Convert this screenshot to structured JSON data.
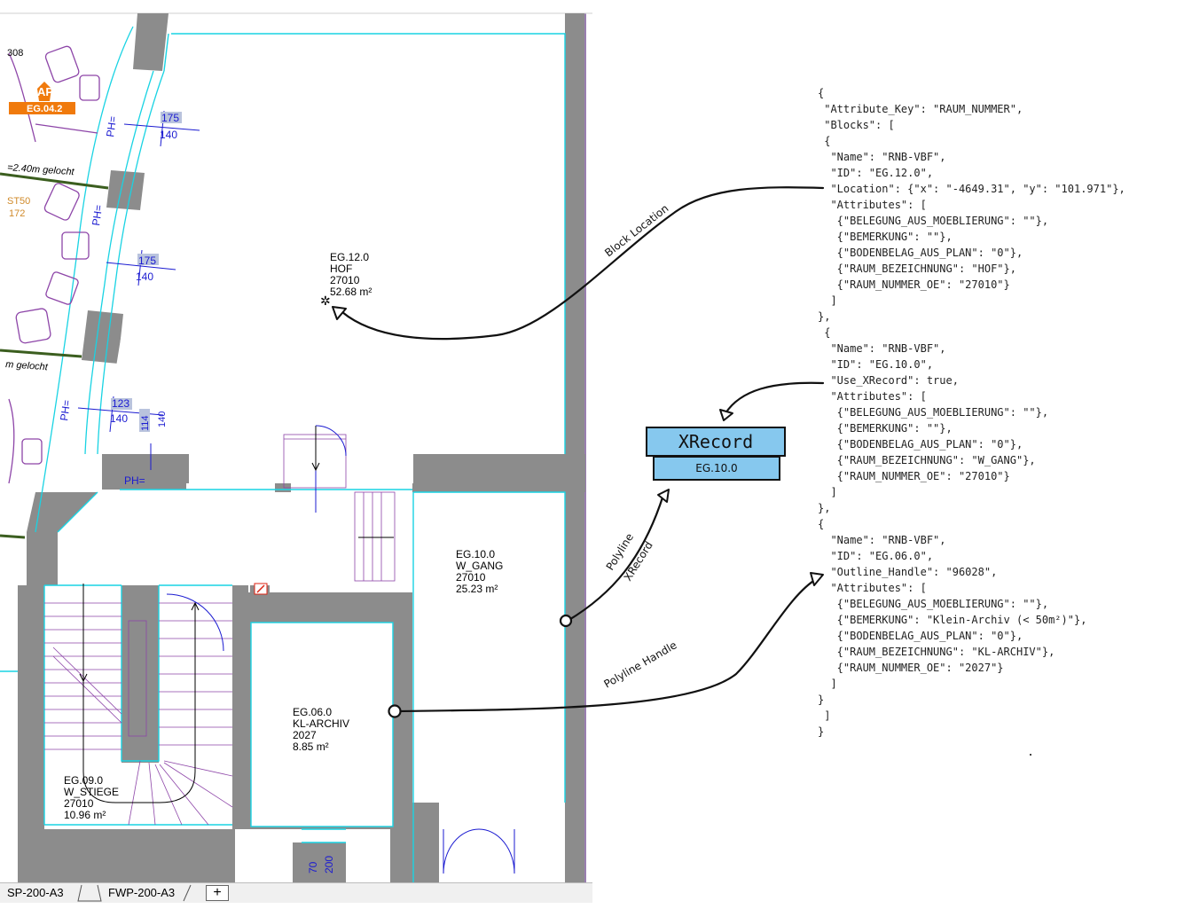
{
  "rooms": [
    {
      "id": "EG.12.0",
      "name": "HOF",
      "number": "27010",
      "area": "52.68 m²"
    },
    {
      "id": "EG.10.0",
      "name": "W_GANG",
      "number": "27010",
      "area": "25.23 m²"
    },
    {
      "id": "EG.06.0",
      "name": "KL-ARCHIV",
      "number": "2027",
      "area": "8.85 m²"
    },
    {
      "id": "EG.09.0",
      "name": "W_STIEGE",
      "number": "27010",
      "area": "10.96 m²"
    }
  ],
  "plan_labels": {
    "ap": "AP",
    "ap_room": "EG.04.2",
    "badge_308": "308",
    "gelocht_1": "=2.40m gelocht",
    "gelocht_2": "m gelocht",
    "st50": "ST50",
    "st72": "172",
    "ph": "PH=",
    "dim_175": "175",
    "dim_140": "140",
    "dim_123": "123",
    "dim_114": "114",
    "dim_70": "70",
    "dim_200": "200"
  },
  "annotations": {
    "block_location": "Block Location",
    "polyline_xrecord_1": "Polyline",
    "polyline_xrecord_2": "XRecord",
    "polyline_handle": "Polyline  Handle",
    "xrecord_title": "XRecord",
    "xrecord_id": "EG.10.0"
  },
  "json_lines": [
    "{",
    " \"Attribute_Key\": \"RAUM_NUMMER\",",
    " \"Blocks\": [",
    " {",
    "  \"Name\": \"RNB-VBF\",",
    "  \"ID\": \"EG.12.0\",",
    "  \"Location\": {\"x\": \"-4649.31\", \"y\": \"101.971\"},",
    "  \"Attributes\": [",
    "   {\"BELEGUNG_AUS_MOEBLIERUNG\": \"\"},",
    "   {\"BEMERKUNG\": \"\"},",
    "   {\"BODENBELAG_AUS_PLAN\": \"0\"},",
    "   {\"RAUM_BEZEICHNUNG\": \"HOF\"},",
    "   {\"RAUM_NUMMER_OE\": \"27010\"}",
    "  ]",
    "},",
    " {",
    "  \"Name\": \"RNB-VBF\",",
    "  \"ID\": \"EG.10.0\",",
    "  \"Use_XRecord\": true,",
    "  \"Attributes\": [",
    "   {\"BELEGUNG_AUS_MOEBLIERUNG\": \"\"},",
    "   {\"BEMERKUNG\": \"\"},",
    "   {\"BODENBELAG_AUS_PLAN\": \"0\"},",
    "   {\"RAUM_BEZEICHNUNG\": \"W_GANG\"},",
    "   {\"RAUM_NUMMER_OE\": \"27010\"}",
    "  ]",
    "},",
    "{",
    "  \"Name\": \"RNB-VBF\",",
    "  \"ID\": \"EG.06.0\",",
    "  \"Outline_Handle\": \"96028\",",
    "  \"Attributes\": [",
    "   {\"BELEGUNG_AUS_MOEBLIERUNG\": \"\"},",
    "   {\"BEMERKUNG\": \"Klein-Archiv (< 50m²)\"},",
    "   {\"BODENBELAG_AUS_PLAN\": \"0\"},",
    "   {\"RAUM_BEZEICHNUNG\": \"KL-ARCHIV\"},",
    "   {\"RAUM_NUMMER_OE\": \"2027\"}",
    "  ]",
    "}",
    " ]",
    "}"
  ],
  "tabs": [
    {
      "label": "SP-200-A3"
    },
    {
      "label": "FWP-200-A3"
    },
    {
      "label": "+"
    }
  ],
  "colors": {
    "wall": "#8c8c8c",
    "cyan": "#19d3e3",
    "dim_blue": "#1b1bd1",
    "purple": "#8d45a8",
    "orange": "#f07a0c",
    "xrecord_fill": "#86c8ee"
  }
}
